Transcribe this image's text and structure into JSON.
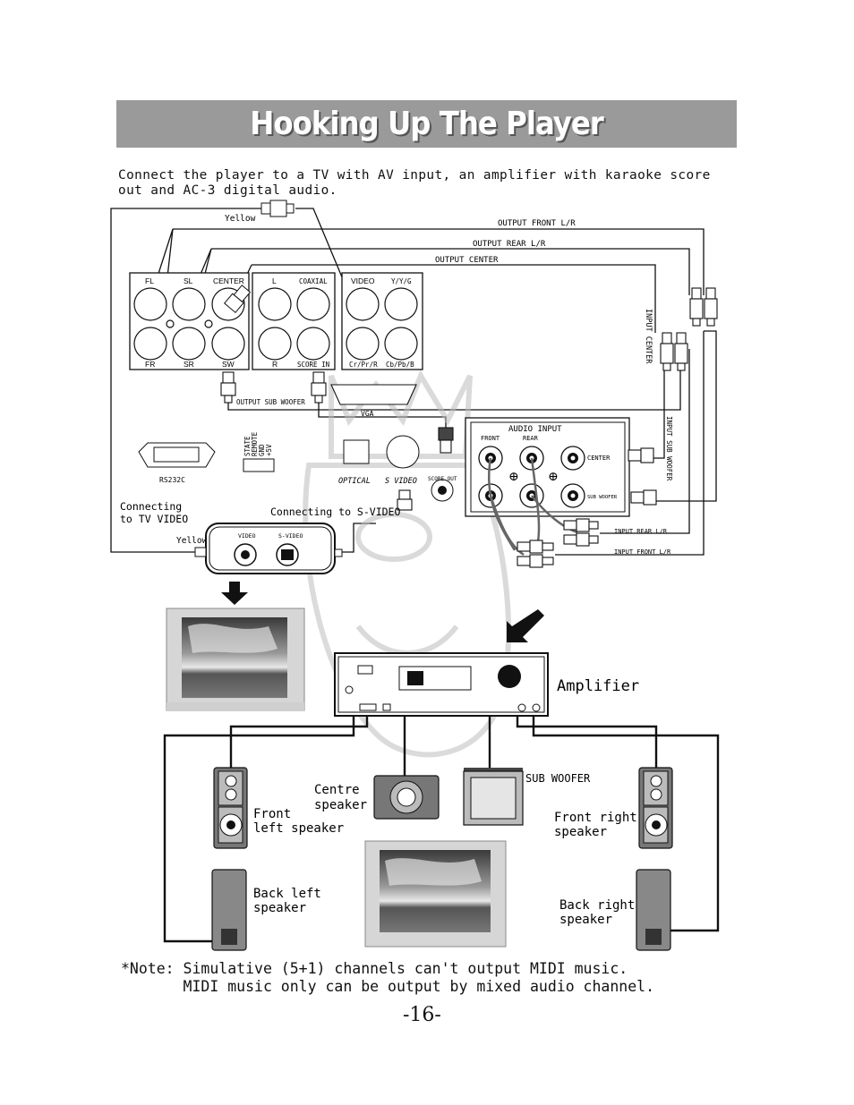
{
  "title": "Hooking Up The Player",
  "intro": "Connect the player to a TV with AV input, an amplifier with karaoke score out and AC-3 digital audio.",
  "player_panel": {
    "fl": "FL",
    "sl": "SL",
    "center": "CENTER",
    "l": "L",
    "coaxial": "COAXIAL",
    "video": "VIDEO",
    "yyg": "Y/Y/G",
    "fr": "FR",
    "sr": "SR",
    "sw": "SW",
    "r": "R",
    "score_in": "SCORE IN",
    "cr": "Cr/Pr/R",
    "cb": "Cb/Pb/B",
    "vga": "VGA",
    "rs232c": "RS232C",
    "state": "STATE",
    "remote": "REMOTE",
    "gnd": "GND",
    "plus5v": "+5V",
    "optical": "OPTICAL",
    "svideo": "S VIDEO",
    "score_out": "SCORE OUT"
  },
  "wires": {
    "yellow_top": "Yellow",
    "output_front": "OUTPUT FRONT L/R",
    "output_rear": "OUTPUT  REAR  L/R",
    "output_center": "OUTPUT  CENTER",
    "output_sub": "OUTPUT SUB WOOFER",
    "input_center": "INPUT  CENTER",
    "input_sub": "INPUT SUB WOOFER",
    "input_rear": "INPUT  REAR  L/R",
    "input_front": "INPUT FRONT L/R",
    "yellow_bottom": "Yellow"
  },
  "audio_input": {
    "title": "AUDIO INPUT",
    "front": "FRONT",
    "rear": "REAR",
    "center": "CENTER",
    "sub": "SUB WOOFER"
  },
  "tv_connect": {
    "connecting_tv_line1": "Connecting",
    "connecting_tv_line2": "to TV VIDEO",
    "connecting_svideo": "Connecting to S-VIDEO",
    "video": "VIDEO",
    "svideo": "S-VIDEO"
  },
  "amplifier_label": "Amplifier",
  "speakers": {
    "centre_line1": "Centre",
    "centre_line2": "speaker",
    "front_left_line1": "Front",
    "front_left_line2": "left speaker",
    "sub_woofer": "SUB WOOFER",
    "front_right_line1": "Front right",
    "front_right_line2": "speaker",
    "back_left_line1": "Back left",
    "back_left_line2": "speaker",
    "back_right_line1": "Back right",
    "back_right_line2": "speaker"
  },
  "note_line1": "*Note: Simulative (5+1) channels can't output MIDI music.",
  "note_line2": "       MIDI music only can be output by mixed audio channel.",
  "page_number": "-16-"
}
